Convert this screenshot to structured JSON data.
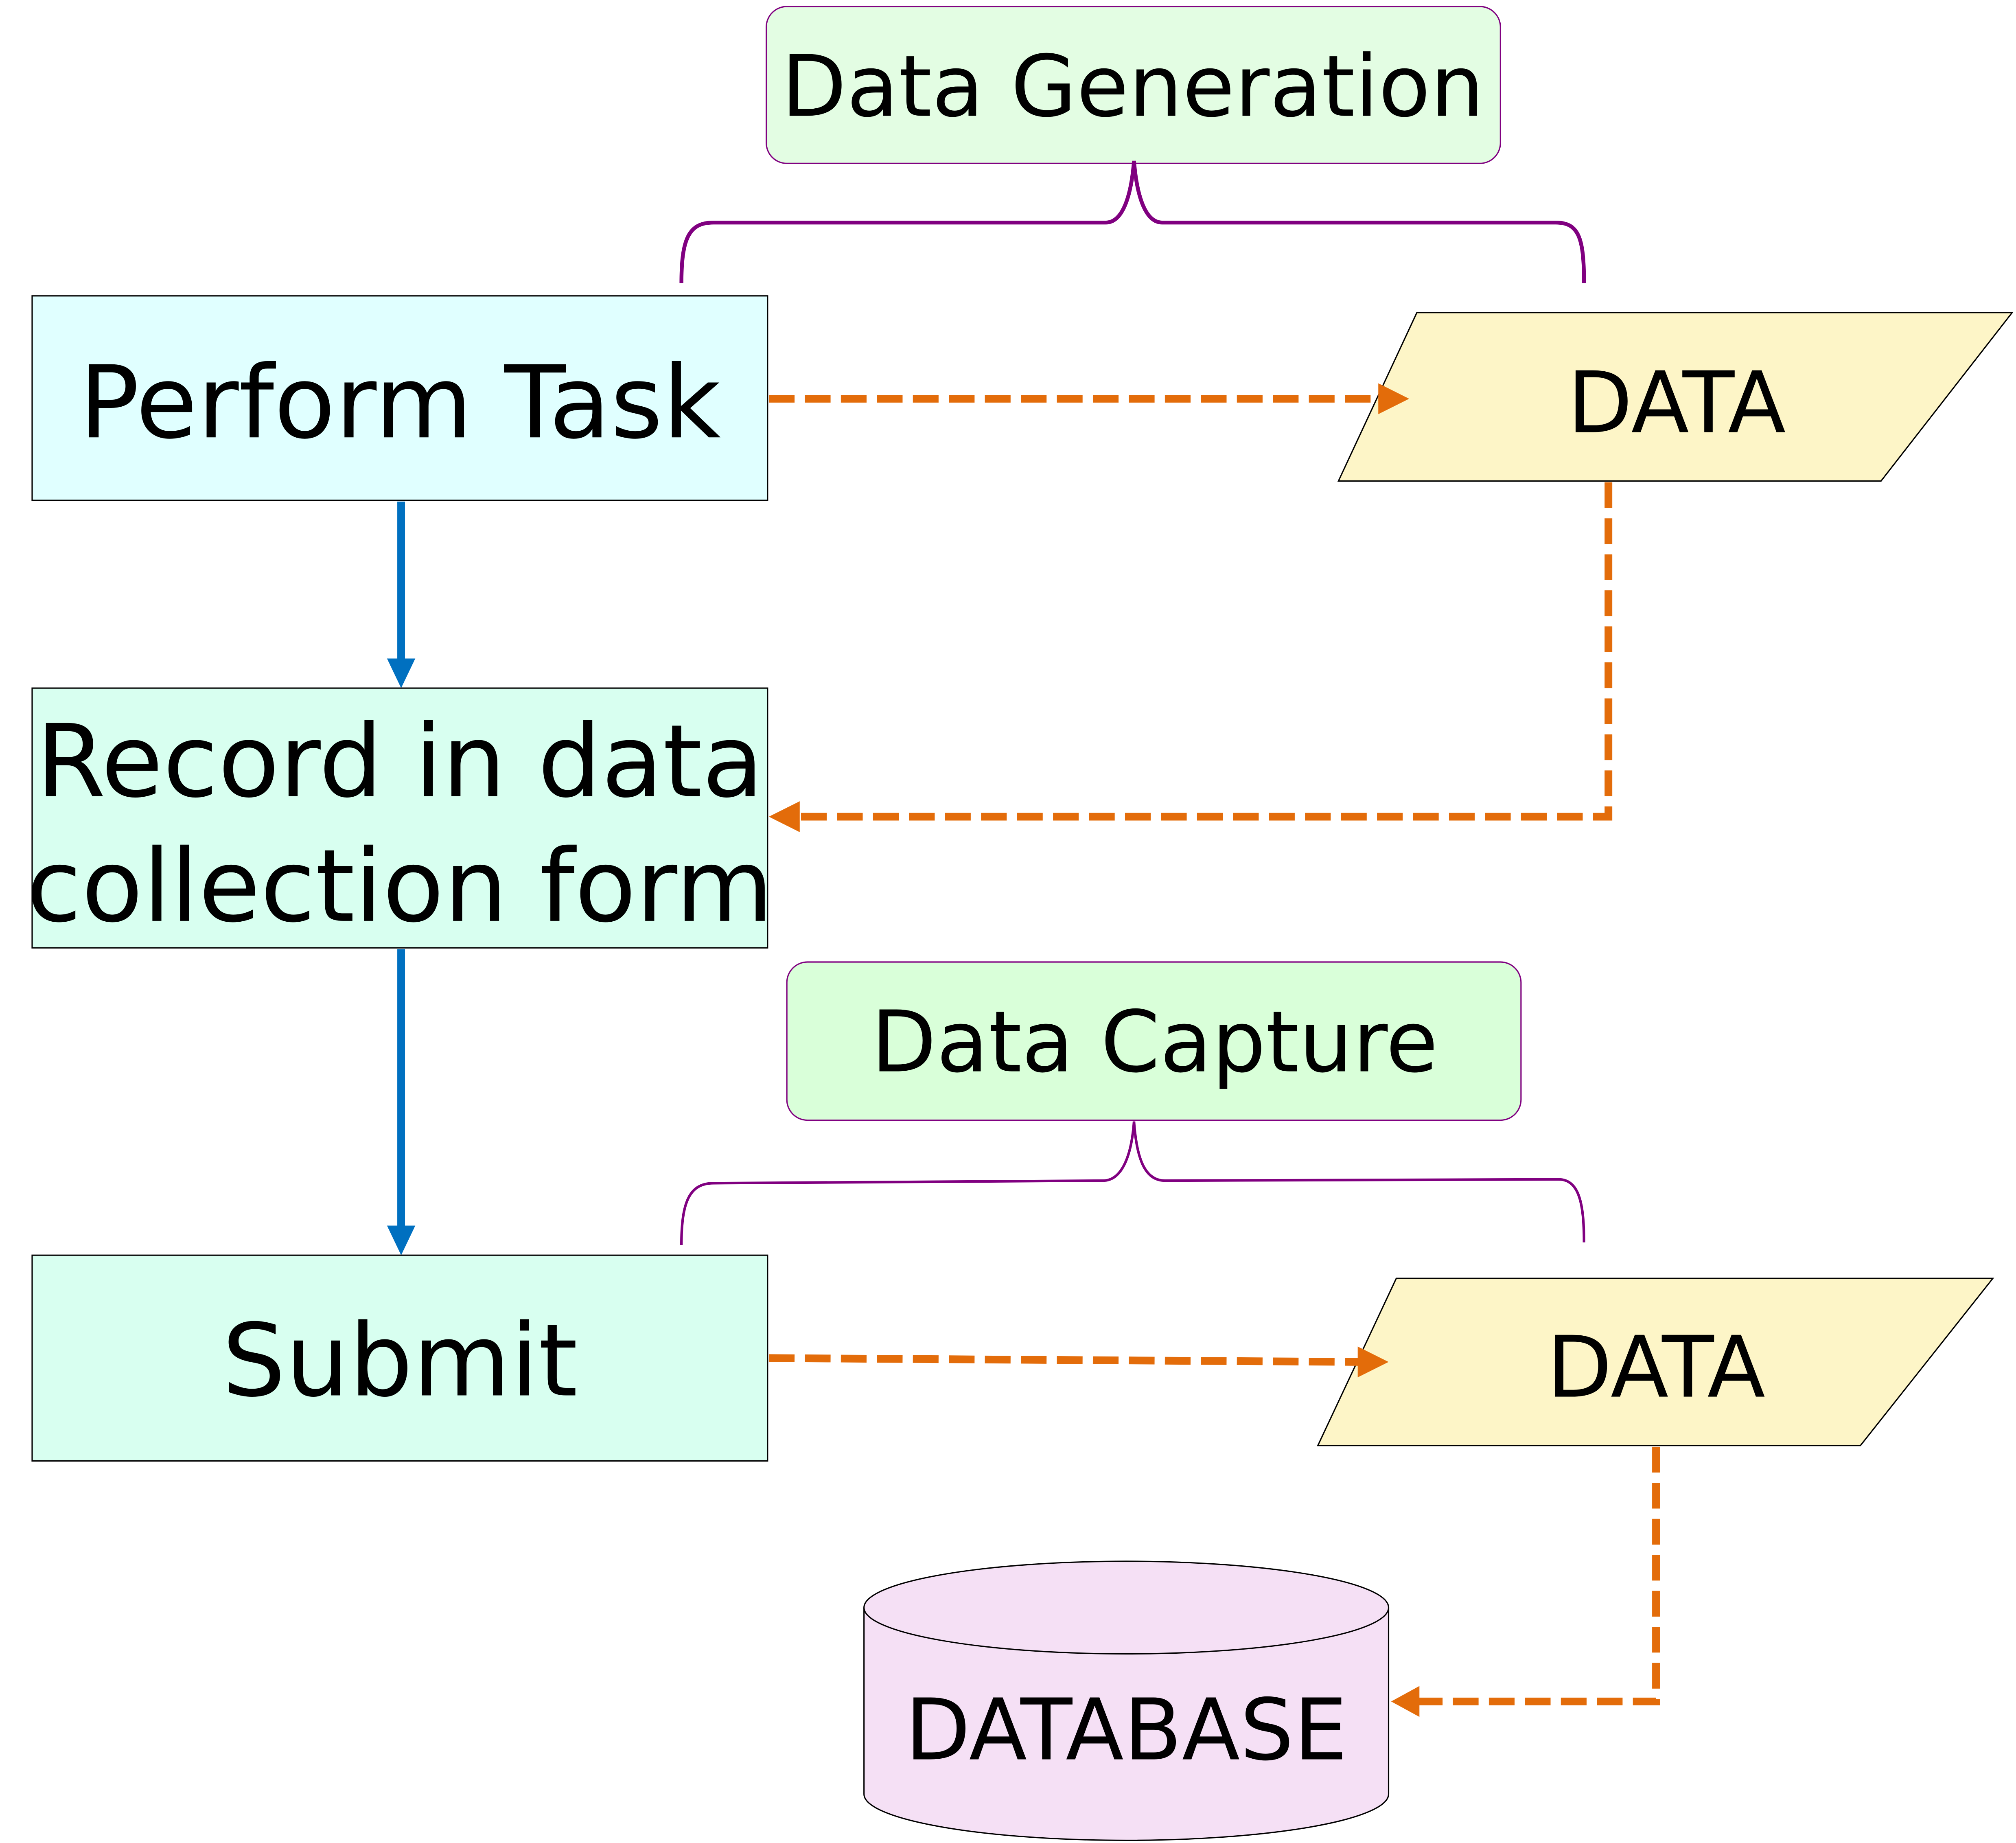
{
  "diagram": {
    "title": "Data flow: generation and capture",
    "colors": {
      "process_fill": "#e0ffff",
      "process_fill_alt": "#d8fff0",
      "group_label_fill_1": "#e3fde3",
      "group_label_fill_2": "#d9ffd9",
      "group_border": "#800080",
      "data_fill": "#fdf5c7",
      "database_fill": "#f5e0f5",
      "flow_arrow": "#0070c0",
      "data_arrow": "#e36c0a"
    },
    "nodes": {
      "data_generation": "Data Generation",
      "perform_task": "Perform Task",
      "data_1": "DATA",
      "record_line1": "Record in data",
      "record_line2": "collection form",
      "data_capture": "Data Capture",
      "submit": "Submit",
      "data_2": "DATA",
      "database": "DATABASE"
    },
    "edges": [
      {
        "from": "Perform Task",
        "to": "Record in data collection form",
        "style": "solid"
      },
      {
        "from": "Record in data collection form",
        "to": "Submit",
        "style": "solid"
      },
      {
        "from": "Perform Task",
        "to": "DATA",
        "style": "dashed"
      },
      {
        "from": "DATA",
        "to": "Record in data collection form",
        "style": "dashed"
      },
      {
        "from": "Submit",
        "to": "DATA",
        "style": "dashed"
      },
      {
        "from": "DATA",
        "to": "DATABASE",
        "style": "dashed"
      }
    ],
    "groups": [
      {
        "label": "Data Generation",
        "spans": [
          "Perform Task",
          "DATA"
        ]
      },
      {
        "label": "Data Capture",
        "spans": [
          "Submit",
          "DATA"
        ]
      }
    ]
  }
}
